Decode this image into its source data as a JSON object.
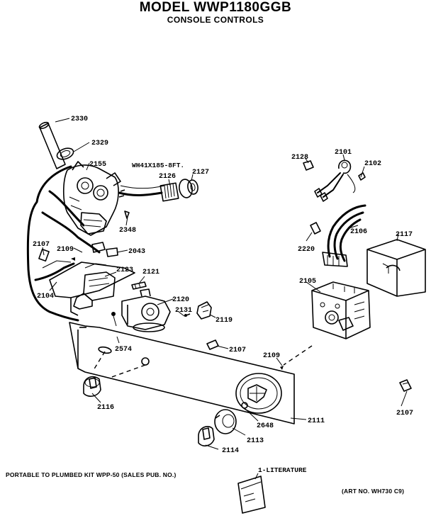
{
  "header": {
    "title": "MODEL WWP1180GGB",
    "subtitle": "CONSOLE CONTROLS"
  },
  "wire_note": "WH41X185-8FT.",
  "parts": {
    "p2330": "2330",
    "p2329": "2329",
    "p2155": "2155",
    "p2126": "2126",
    "p2127": "2127",
    "p2348": "2348",
    "p2107_left": "2107",
    "p2109_left": "2109",
    "p2043": "2043",
    "p2123": "2123",
    "p2121": "2121",
    "p2104": "2104",
    "p2120": "2120",
    "p2131": "2131",
    "p2119": "2119",
    "p2574": "2574",
    "p2107_mid": "2107",
    "p2128": "2128",
    "p2101": "2101",
    "p2102": "2102",
    "p2106": "2106",
    "p2117": "2117",
    "p2220": "2220",
    "p2105": "2105",
    "p2109_right": "2109",
    "p2111": "2111",
    "p2116": "2116",
    "p2648": "2648",
    "p2113": "2113",
    "p2114": "2114",
    "p2107_right": "2107"
  },
  "literature_label": "1-LITERATURE",
  "footer": {
    "left_note": "PORTABLE TO PLUMBED KIT WPP-50 (SALES PUB. NO.)",
    "right_note": "(ART NO. WH730 C9)"
  }
}
